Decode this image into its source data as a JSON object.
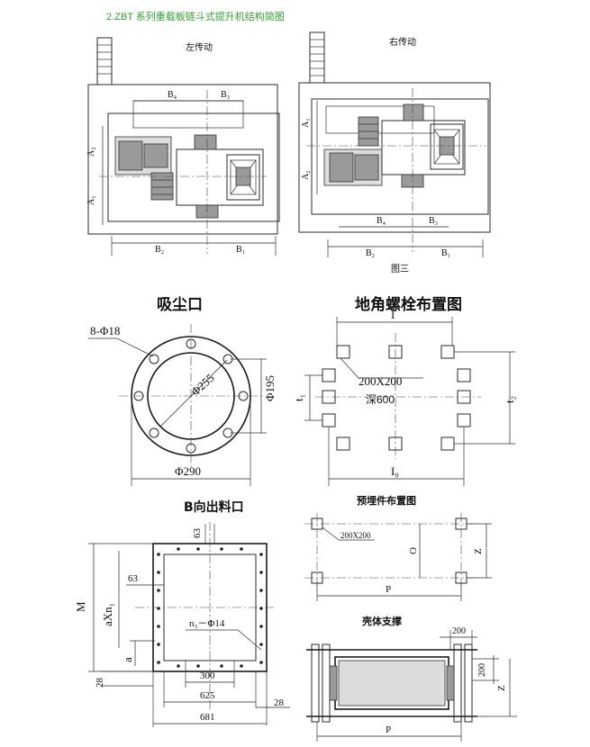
{
  "header": {
    "title": "2.ZBT 系列重载板链斗式提升机结构简图"
  },
  "fig3": {
    "left_label": "左传动",
    "right_label": "右传动",
    "caption": "图三",
    "dims": {
      "B4": "B₄",
      "B3": "B₃",
      "B2": "B₂",
      "B1": "B₁",
      "A1": "A₁",
      "A2": "A₂"
    }
  },
  "dust_port": {
    "title": "吸尘口",
    "holes": "8-Φ18",
    "d_inner": "Φ255",
    "d_bolt": "Φ195",
    "d_outer": "Φ290"
  },
  "anchor": {
    "title": "地角螺栓布置图",
    "top": "I",
    "size": "200X200",
    "depth": "深600",
    "t1": "t₁",
    "t2": "t₂",
    "bottom": "I₀"
  },
  "outlet": {
    "title": "B向出料口",
    "d63_top": "63",
    "d63_left": "63",
    "M": "M",
    "axn": "aXn₁",
    "a": "a",
    "d28_left": "28",
    "holes": "n₃－Φ14",
    "d300": "300",
    "d625": "625",
    "d28_right": "28",
    "d681": "681"
  },
  "embed": {
    "title": "预埋件布置图",
    "size": "200X200",
    "O": "O",
    "Z": "Z",
    "P": "P"
  },
  "support": {
    "title": "壳体支撑",
    "d200_top": "200",
    "d200_side": "200",
    "Z": "Z",
    "P": "P"
  }
}
